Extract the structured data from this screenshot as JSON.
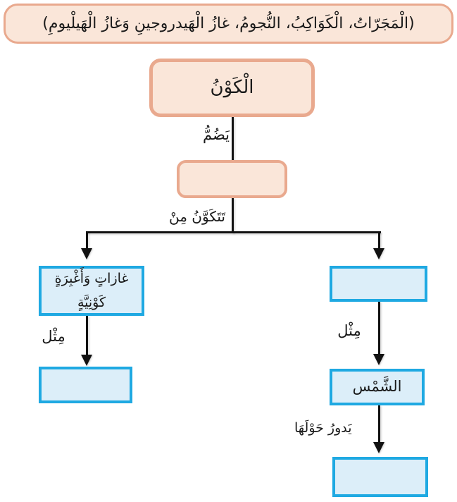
{
  "colors": {
    "peach_border": "#E9A98E",
    "peach_fill": "#FAE6D9",
    "blue_border": "#1FA9E2",
    "blue_fill": "#DCEEF9",
    "line": "#121212",
    "text": "#1A1A1A",
    "bg": "#FFFFFF"
  },
  "word_bank": {
    "text": "(الْمَجَرّاتُ، الْكَوَاكِبُ، النُّجومُ، غازُ الْهَيدروجينِ وَغازُ الْهَيلْيومِ)"
  },
  "nodes": {
    "universe": {
      "label": "الْكَوْنُ"
    },
    "blank_under_universe": {
      "label": ""
    },
    "gases_and_dust": {
      "line1": "غازاتٍ وَأَغْبِرَةٍ",
      "line2": "كَوْنِيَّةٍ"
    },
    "blank_right_branch": {
      "label": ""
    },
    "blank_left_example": {
      "label": ""
    },
    "sun": {
      "label": "الشَّمْس"
    },
    "blank_revolves": {
      "label": ""
    }
  },
  "edges": {
    "contains": "يَضُمُّ",
    "consists_of": "تَتَكَوَّنُ مِنْ",
    "example_left": "مِثْل",
    "example_right": "مِثْل",
    "revolves_around": "يَدورُ حَوْلَهَا"
  }
}
